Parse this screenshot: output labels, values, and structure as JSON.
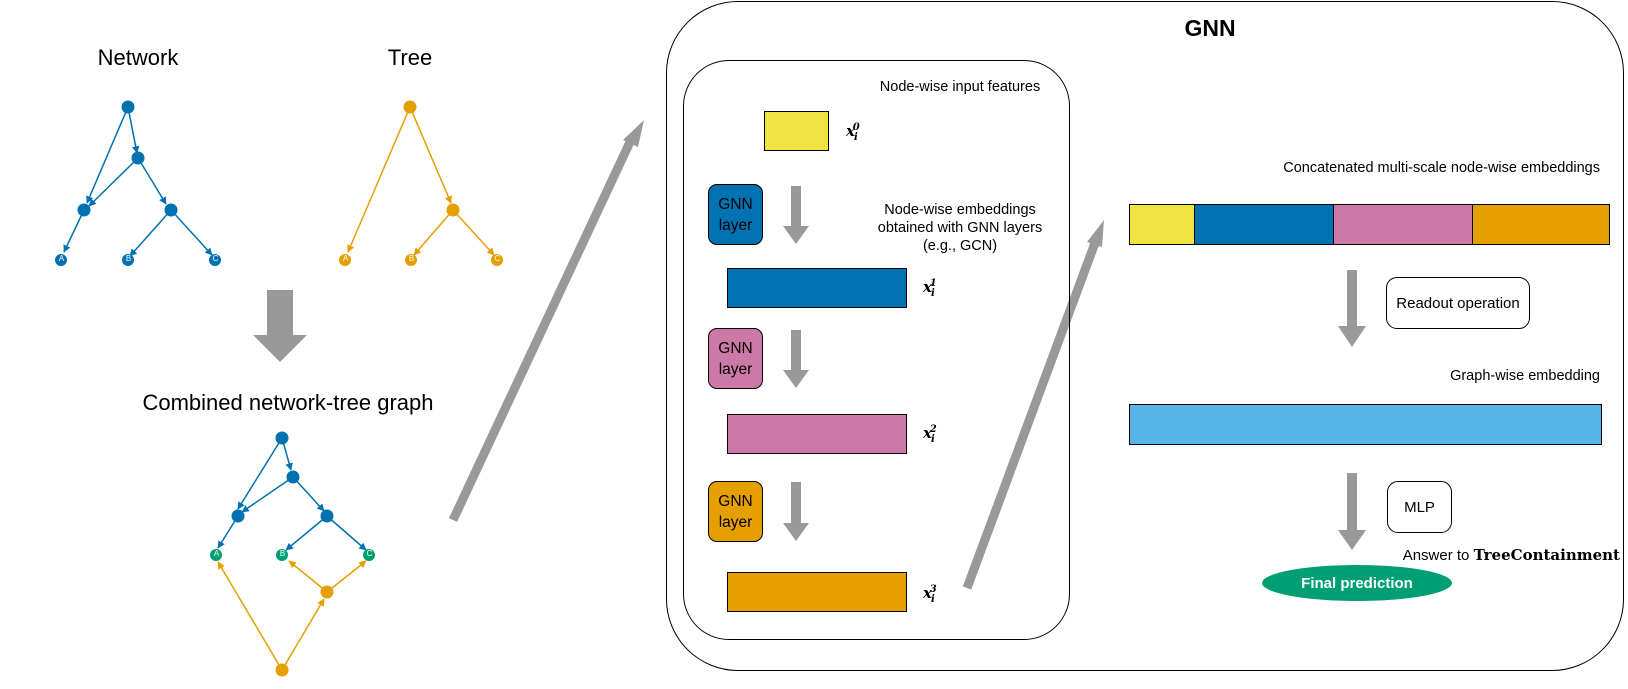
{
  "left_panel": {
    "network_title": "Network",
    "tree_title": "Tree",
    "combined_title": "Combined network-tree graph",
    "leaf_labels": [
      "A",
      "B",
      "C"
    ]
  },
  "gnn": {
    "title": "GNN",
    "input_label": "Node-wise input features",
    "embeddings_label": [
      "Node-wise embeddings",
      "obtained with GNN layers",
      "(e.g., GCN)"
    ],
    "layers": [
      {
        "line1": "GNN",
        "line2": "layer"
      },
      {
        "line1": "GNN",
        "line2": "layer"
      },
      {
        "line1": "GNN",
        "line2": "layer"
      }
    ],
    "vars": [
      {
        "base": "x",
        "sub": "i",
        "sup": "0"
      },
      {
        "base": "x",
        "sub": "i",
        "sup": "1"
      },
      {
        "base": "x",
        "sub": "i",
        "sup": "2"
      },
      {
        "base": "x",
        "sub": "i",
        "sup": "3"
      }
    ],
    "concat_label": "Concatenated multi-scale node-wise embeddings",
    "readout_label": "Readout operation",
    "graph_embedding_label": "Graph-wise embedding",
    "mlp_label": "MLP",
    "answer_prefix": "Answer to ",
    "answer_problem": "TreeContainment",
    "final_label": "Final prediction"
  },
  "colors": {
    "network_blue": "#0072b2",
    "tree_orange": "#e69f00",
    "leaf_green": "#009e73",
    "input_yellow": "#f0e442",
    "layer_blue": "#0072b2",
    "layer_pink": "#cc79a7",
    "layer_orange": "#e69f00",
    "graph_embedding": "#56b4e9",
    "arrow_gray": "#999999"
  }
}
